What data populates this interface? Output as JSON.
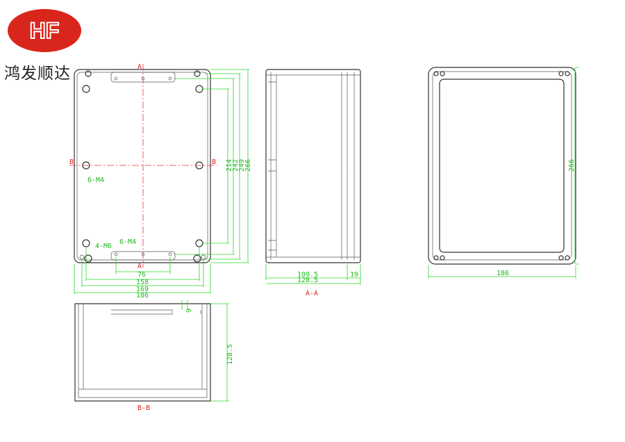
{
  "logo": {
    "letters": "HF",
    "brand_name": "鸿发顺达",
    "color": "#d9261c"
  },
  "front_view": {
    "section_a": "A",
    "section_b": "B",
    "callouts": [
      "6-M4",
      "4-M6",
      "6-M4"
    ],
    "width_dims": [
      "76",
      "158",
      "169",
      "186"
    ],
    "height_dims": [
      "214",
      "242",
      "249",
      "266"
    ]
  },
  "side_view": {
    "dims": [
      "109.5",
      "19",
      "128.5"
    ],
    "label": "A-A"
  },
  "back_view": {
    "width_dim": "186",
    "height_dim": "266"
  },
  "section_view": {
    "height_dim": "128.5",
    "small_dim": "9",
    "label": "B-B"
  },
  "colors": {
    "dimension": "#2bd62b",
    "section": "#e33333",
    "outline": "#333333"
  }
}
